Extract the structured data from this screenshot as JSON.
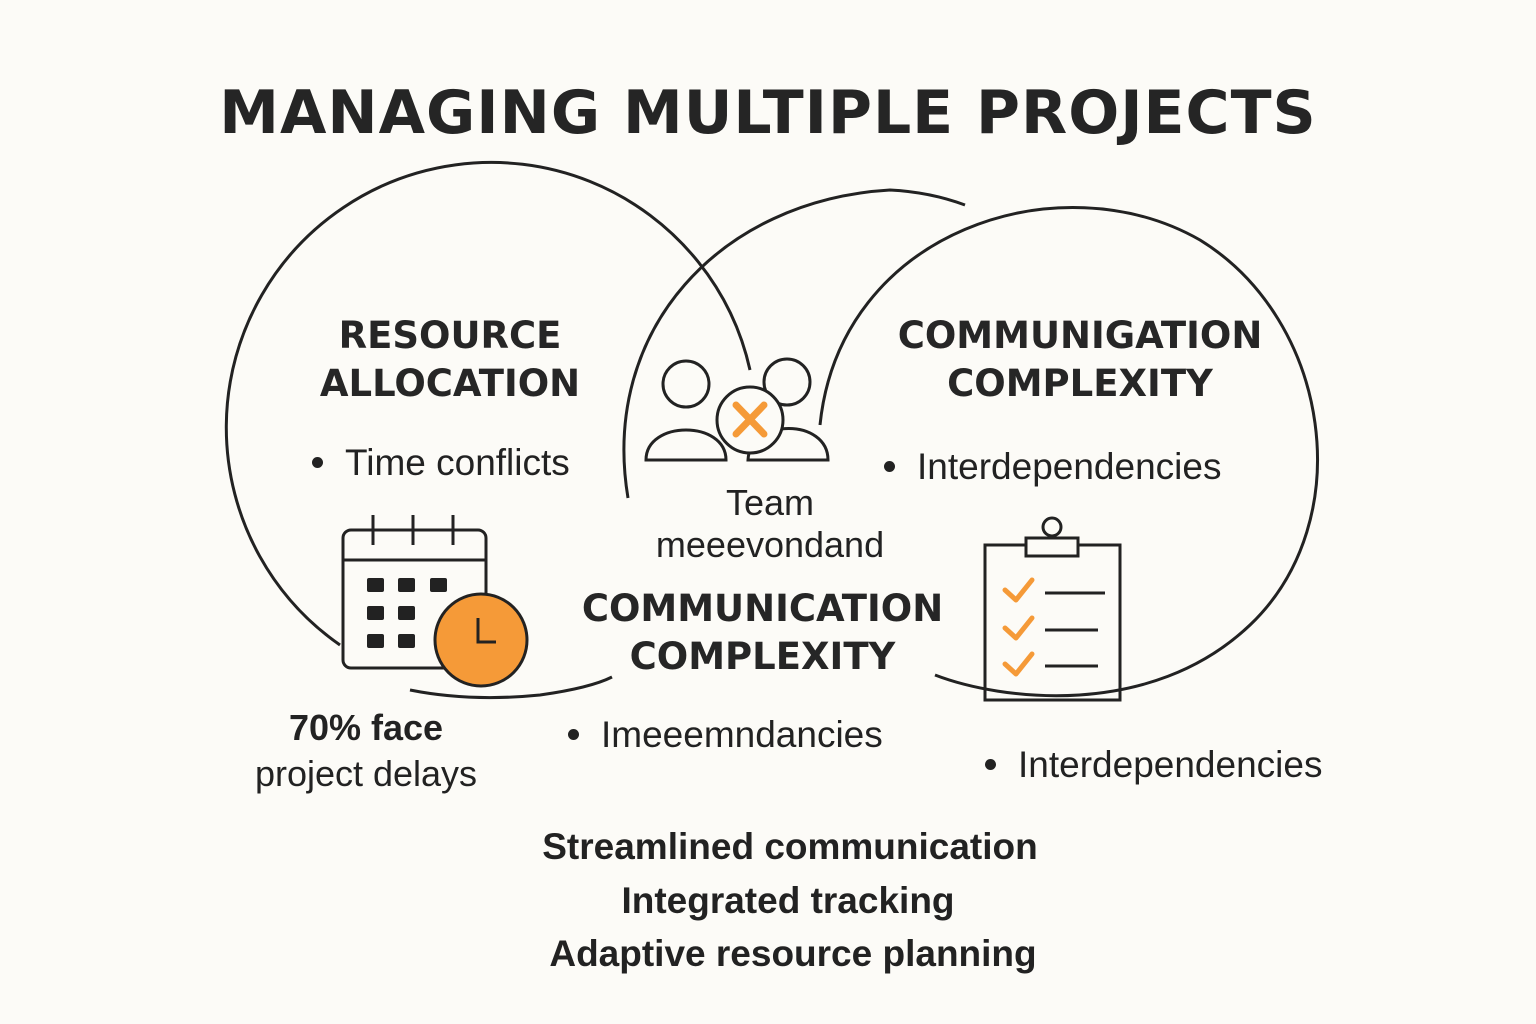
{
  "title": "MANAGING MULTIPLE PROJECTS",
  "left_circle": {
    "heading_line1": "RESOURCE",
    "heading_line2": "ALLOCATION",
    "bullet": "Time conflicts",
    "stat_line1": "70% face",
    "stat_line2": "project delays",
    "icon": "calendar-clock-icon"
  },
  "right_circle": {
    "heading_line1": "COMMUNIGATION",
    "heading_line2": "COMPLEXITY",
    "bullet": "Interdependencies",
    "outer_bullet": "Interdependencies",
    "icon": "checklist-clipboard-icon"
  },
  "center_circle": {
    "label_line1": "Team",
    "label_line2": "meeevondand",
    "heading_line1": "COMMUNICATION",
    "heading_line2": "COMPLEXITY",
    "bullet": "Imeeemndancies",
    "icon": "team-conflict-icon"
  },
  "solutions": [
    "Streamlined communication",
    "Integrated tracking",
    "Adaptive resource planning"
  ],
  "colors": {
    "accent": "#f59a38",
    "line": "#222222",
    "background": "#fcfbf7"
  }
}
